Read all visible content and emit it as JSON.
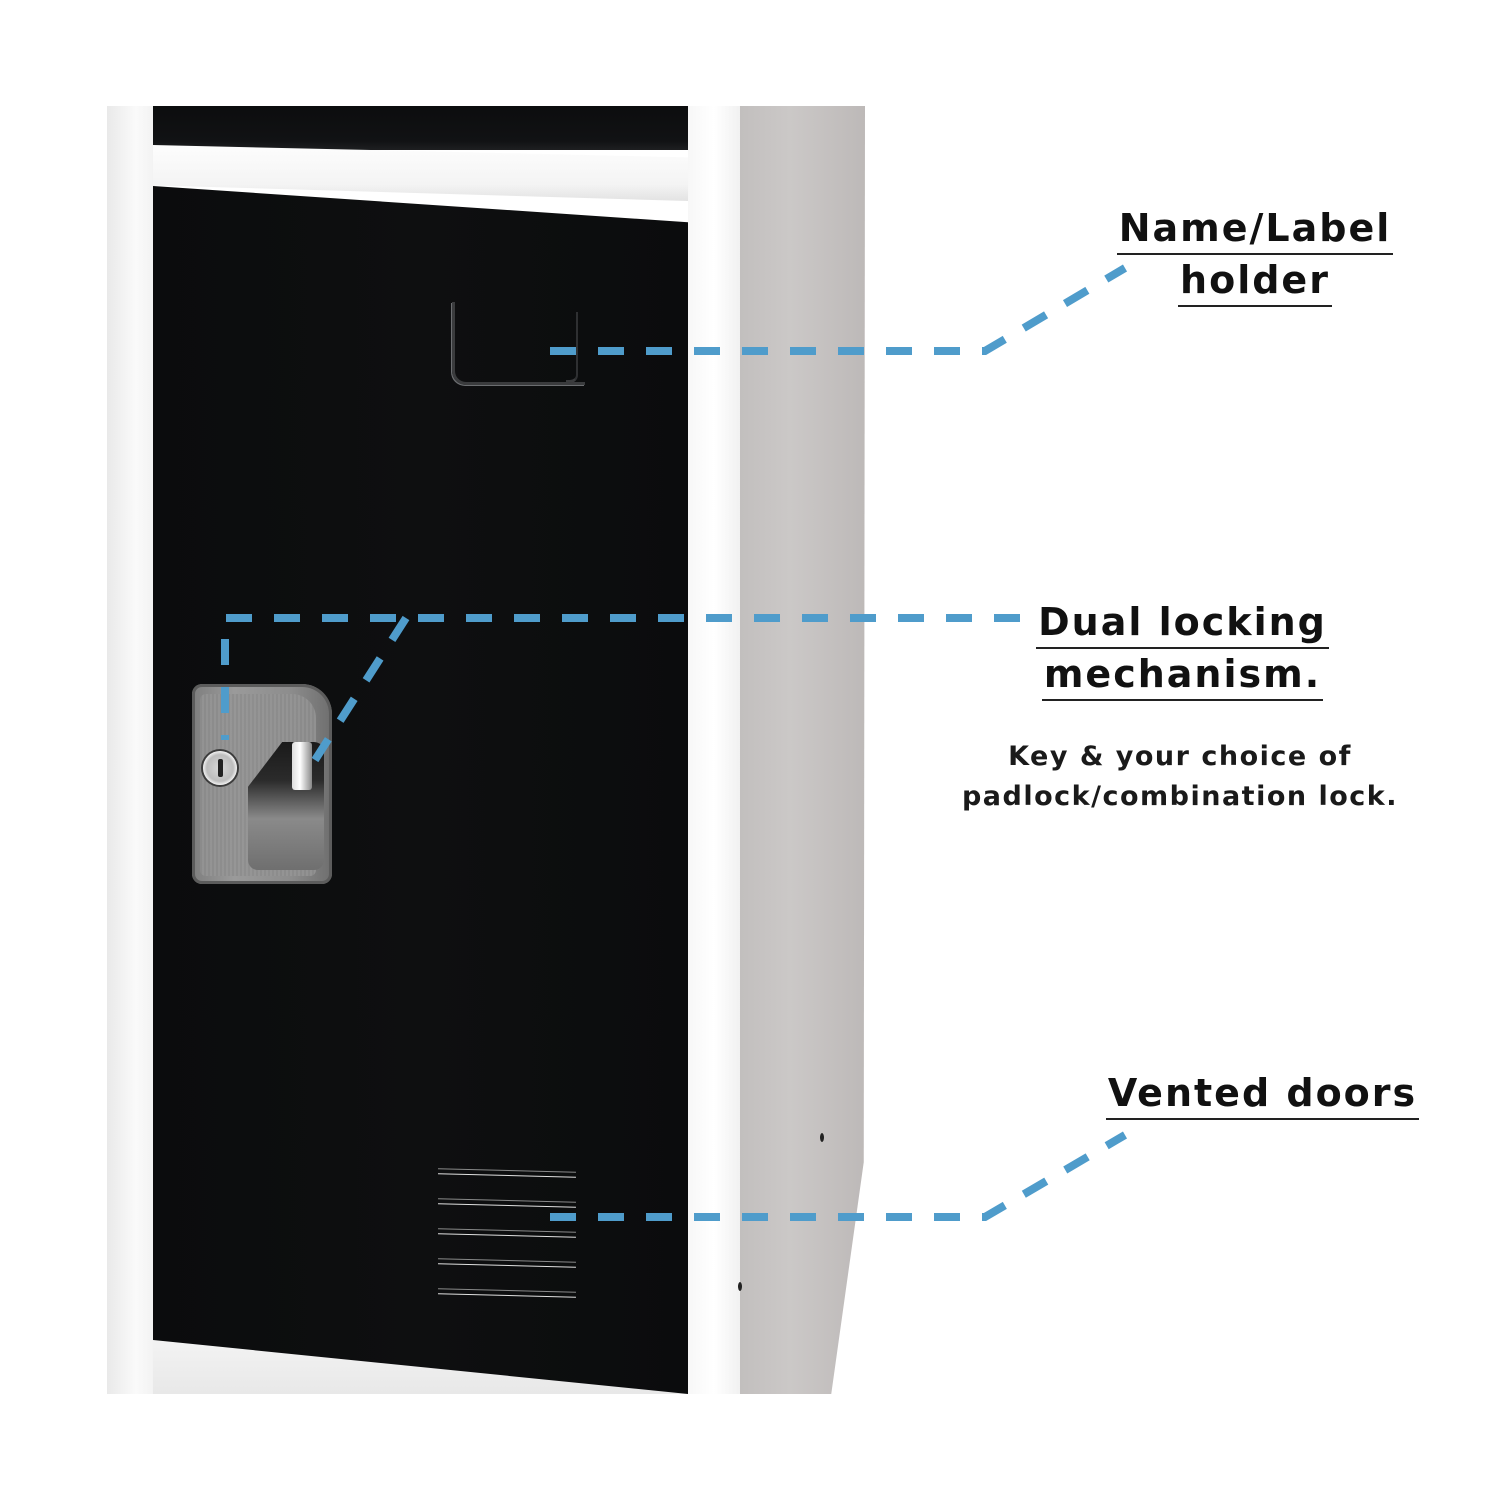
{
  "product": {
    "name": "locker",
    "door_color": "#0c0d0e",
    "frame_color": "#f2f2f2",
    "side_panel_color": "#c5c2c1"
  },
  "callouts": [
    {
      "id": "label-holder",
      "title_lines": [
        "Name/Label",
        "holder"
      ],
      "description_lines": []
    },
    {
      "id": "locking",
      "title_lines": [
        "Dual locking",
        "mechanism."
      ],
      "description_lines": [
        "Key & your choice of",
        "padlock/combination lock."
      ]
    },
    {
      "id": "vents",
      "title_lines": [
        "Vented doors"
      ],
      "description_lines": []
    }
  ],
  "style": {
    "leader_color": "#4f9ccb",
    "text_color": "#111111"
  },
  "icons": {
    "key_lock": "key-cylinder-icon",
    "padlock_hasp": "padlock-hasp-icon",
    "label_holder": "label-holder-icon",
    "vents": "vent-slots-icon"
  }
}
